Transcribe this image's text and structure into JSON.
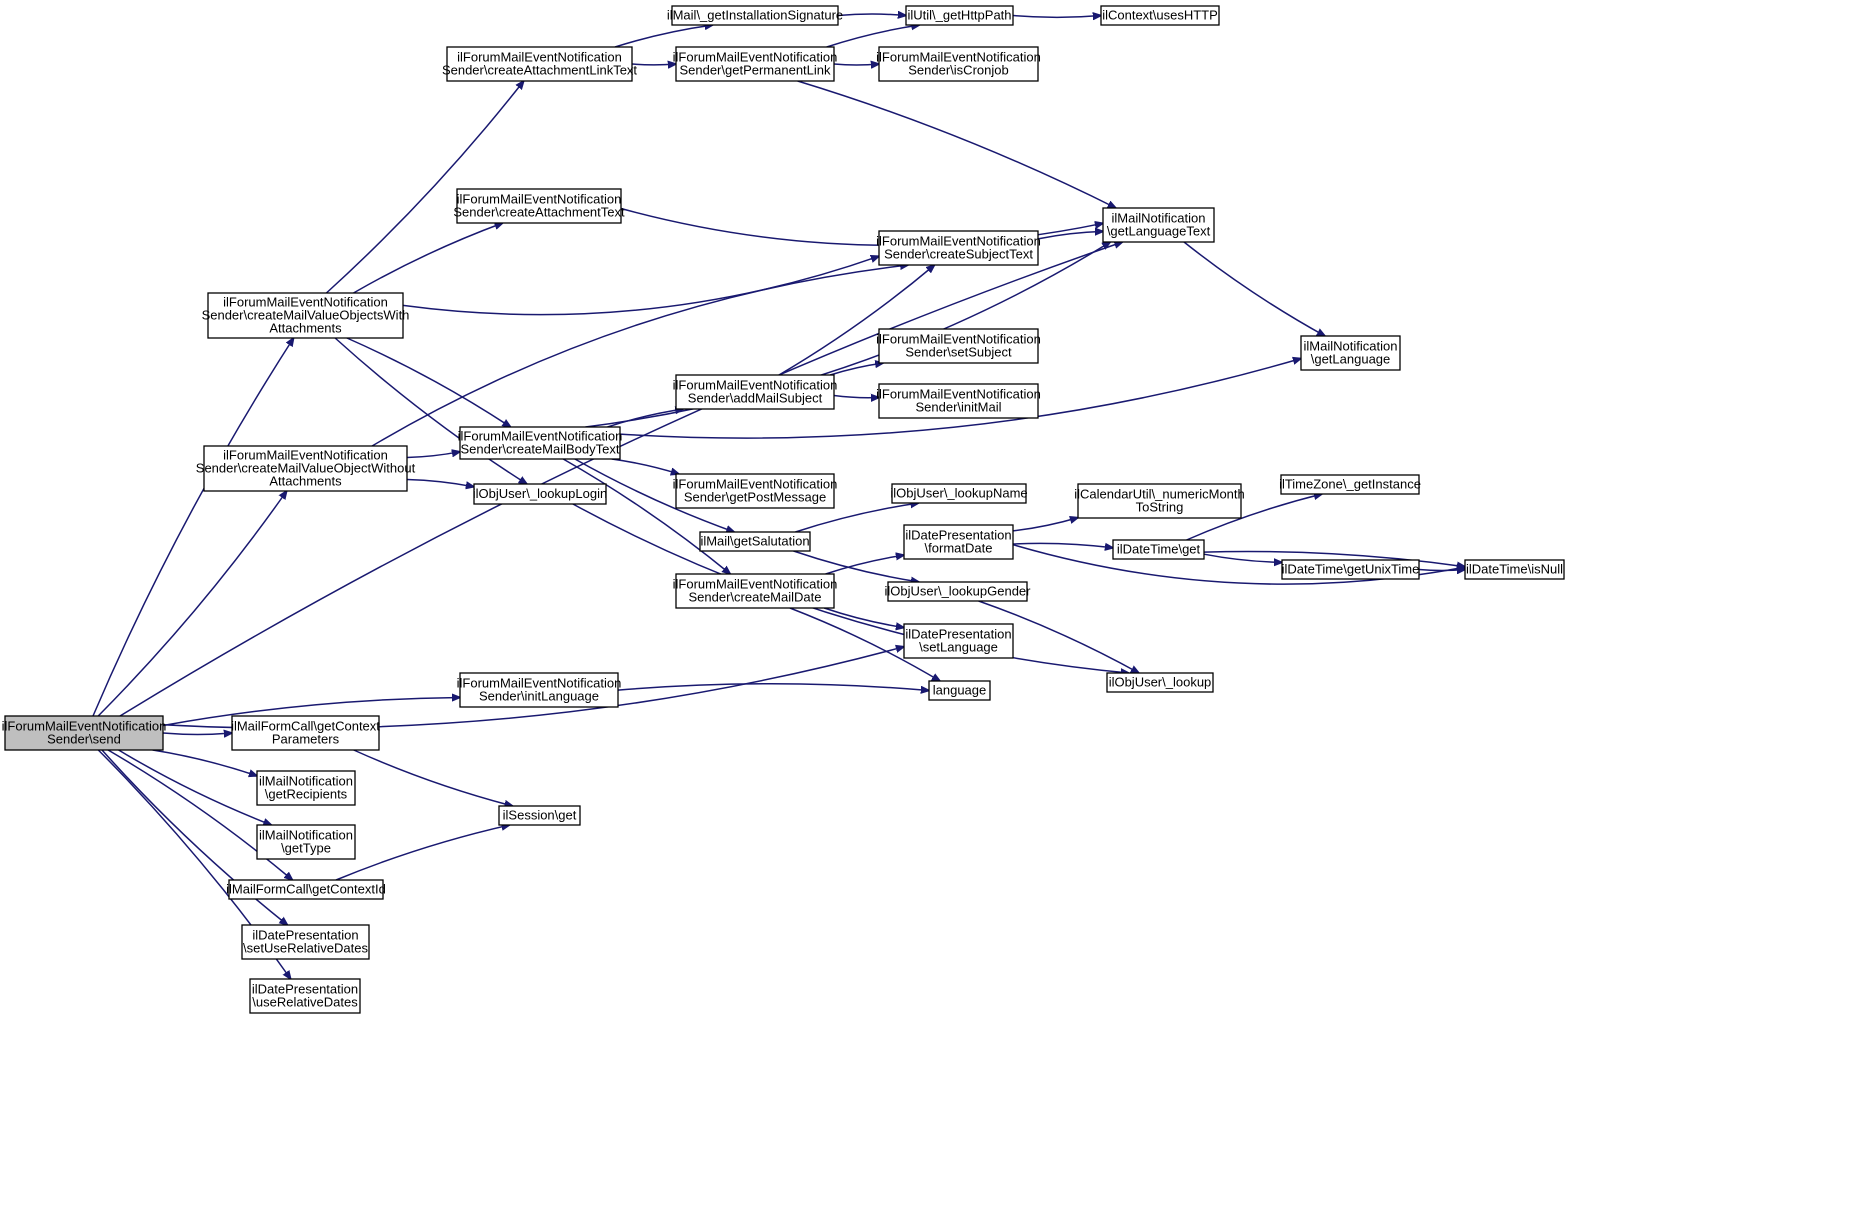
{
  "diagram": {
    "root": "send",
    "colors": {
      "edge": "#191970",
      "root_fill": "#bfbfbf",
      "node_fill": "#ffffff",
      "border": "#000000"
    },
    "nodes": [
      {
        "id": "send",
        "lines": [
          "ilForumMailEventNotification",
          "Sender\\send"
        ]
      },
      {
        "id": "createAttachmentLinkText",
        "lines": [
          "ilForumMailEventNotification",
          "Sender\\createAttachmentLinkText"
        ]
      },
      {
        "id": "getInstallationSignature",
        "lines": [
          "ilMail\\_getInstallationSignature"
        ]
      },
      {
        "id": "getHttpPath",
        "lines": [
          "ilUtil\\_getHttpPath"
        ]
      },
      {
        "id": "usesHTTP",
        "lines": [
          "ilContext\\usesHTTP"
        ]
      },
      {
        "id": "getPermanentLink",
        "lines": [
          "ilForumMailEventNotification",
          "Sender\\getPermanentLink"
        ]
      },
      {
        "id": "isCronjob",
        "lines": [
          "ilForumMailEventNotification",
          "Sender\\isCronjob"
        ]
      },
      {
        "id": "createAttachmentText",
        "lines": [
          "ilForumMailEventNotification",
          "Sender\\createAttachmentText"
        ]
      },
      {
        "id": "getLanguageText",
        "lines": [
          "ilMailNotification",
          "\\getLanguageText"
        ]
      },
      {
        "id": "createSubjectText",
        "lines": [
          "ilForumMailEventNotification",
          "Sender\\createSubjectText"
        ]
      },
      {
        "id": "createMailValueObjectsWithAttachments",
        "lines": [
          "ilForumMailEventNotification",
          "Sender\\createMailValueObjectsWith",
          "Attachments"
        ]
      },
      {
        "id": "getLanguage",
        "lines": [
          "ilMailNotification",
          "\\getLanguage"
        ]
      },
      {
        "id": "setSubject",
        "lines": [
          "ilForumMailEventNotification",
          "Sender\\setSubject"
        ]
      },
      {
        "id": "addMailSubject",
        "lines": [
          "ilForumMailEventNotification",
          "Sender\\addMailSubject"
        ]
      },
      {
        "id": "initMail",
        "lines": [
          "ilForumMailEventNotification",
          "Sender\\initMail"
        ]
      },
      {
        "id": "createMailBodyText",
        "lines": [
          "ilForumMailEventNotification",
          "Sender\\createMailBodyText"
        ]
      },
      {
        "id": "createMailValueObjectWithoutAttachments",
        "lines": [
          "ilForumMailEventNotification",
          "Sender\\createMailValueObjectWithout",
          "Attachments"
        ]
      },
      {
        "id": "lookupLogin",
        "lines": [
          "ilObjUser\\_lookupLogin"
        ]
      },
      {
        "id": "getPostMessage",
        "lines": [
          "ilForumMailEventNotification",
          "Sender\\getPostMessage"
        ]
      },
      {
        "id": "lookupName",
        "lines": [
          "ilObjUser\\_lookupName"
        ]
      },
      {
        "id": "numericMonthToString",
        "lines": [
          "ilCalendarUtil\\_numericMonth",
          "ToString"
        ]
      },
      {
        "id": "tzGetInstance",
        "lines": [
          "ilTimeZone\\_getInstance"
        ]
      },
      {
        "id": "getSalutation",
        "lines": [
          "ilMail\\getSalutation"
        ]
      },
      {
        "id": "formatDate",
        "lines": [
          "ilDatePresentation",
          "\\formatDate"
        ]
      },
      {
        "id": "dtGet",
        "lines": [
          "ilDateTime\\get"
        ]
      },
      {
        "id": "getUnixTime",
        "lines": [
          "ilDateTime\\getUnixTime"
        ]
      },
      {
        "id": "isNull",
        "lines": [
          "ilDateTime\\isNull"
        ]
      },
      {
        "id": "createMailDate",
        "lines": [
          "ilForumMailEventNotification",
          "Sender\\createMailDate"
        ]
      },
      {
        "id": "lookupGender",
        "lines": [
          "ilObjUser\\_lookupGender"
        ]
      },
      {
        "id": "dpSetLanguage",
        "lines": [
          "ilDatePresentation",
          "\\setLanguage"
        ]
      },
      {
        "id": "initLanguage",
        "lines": [
          "ilForumMailEventNotification",
          "Sender\\initLanguage"
        ]
      },
      {
        "id": "language",
        "lines": [
          "language"
        ]
      },
      {
        "id": "lookup",
        "lines": [
          "ilObjUser\\_lookup"
        ]
      },
      {
        "id": "getContextParameters",
        "lines": [
          "ilMailFormCall\\getContext",
          "Parameters"
        ]
      },
      {
        "id": "getRecipients",
        "lines": [
          "ilMailNotification",
          "\\getRecipients"
        ]
      },
      {
        "id": "sessionGet",
        "lines": [
          "ilSession\\get"
        ]
      },
      {
        "id": "getType",
        "lines": [
          "ilMailNotification",
          "\\getType"
        ]
      },
      {
        "id": "getContextId",
        "lines": [
          "ilMailFormCall\\getContextId"
        ]
      },
      {
        "id": "setUseRelativeDates",
        "lines": [
          "ilDatePresentation",
          "\\setUseRelativeDates"
        ]
      },
      {
        "id": "useRelativeDates",
        "lines": [
          "ilDatePresentation",
          "\\useRelativeDates"
        ]
      }
    ],
    "edges": [
      [
        "send",
        "createMailValueObjectsWithAttachments"
      ],
      [
        "send",
        "createMailValueObjectWithoutAttachments"
      ],
      [
        "send",
        "getLanguageText"
      ],
      [
        "send",
        "dpSetLanguage"
      ],
      [
        "send",
        "initLanguage"
      ],
      [
        "send",
        "getContextParameters"
      ],
      [
        "send",
        "getRecipients"
      ],
      [
        "send",
        "getType"
      ],
      [
        "send",
        "getContextId"
      ],
      [
        "send",
        "setUseRelativeDates"
      ],
      [
        "send",
        "useRelativeDates"
      ],
      [
        "createMailValueObjectsWithAttachments",
        "createAttachmentLinkText"
      ],
      [
        "createMailValueObjectsWithAttachments",
        "createAttachmentText"
      ],
      [
        "createMailValueObjectsWithAttachments",
        "createSubjectText"
      ],
      [
        "createMailValueObjectsWithAttachments",
        "createMailBodyText"
      ],
      [
        "createMailValueObjectsWithAttachments",
        "lookupLogin"
      ],
      [
        "createAttachmentLinkText",
        "getInstallationSignature"
      ],
      [
        "createAttachmentLinkText",
        "getPermanentLink"
      ],
      [
        "getInstallationSignature",
        "getHttpPath"
      ],
      [
        "getHttpPath",
        "usesHTTP"
      ],
      [
        "getPermanentLink",
        "getHttpPath"
      ],
      [
        "getPermanentLink",
        "isCronjob"
      ],
      [
        "getPermanentLink",
        "getLanguageText"
      ],
      [
        "createAttachmentText",
        "getLanguageText"
      ],
      [
        "createSubjectText",
        "getLanguageText"
      ],
      [
        "getLanguageText",
        "getLanguage"
      ],
      [
        "createMailValueObjectWithoutAttachments",
        "createSubjectText"
      ],
      [
        "createMailValueObjectWithoutAttachments",
        "createMailBodyText"
      ],
      [
        "createMailValueObjectWithoutAttachments",
        "lookupLogin"
      ],
      [
        "createMailBodyText",
        "getLanguageText"
      ],
      [
        "createMailBodyText",
        "addMailSubject"
      ],
      [
        "createMailBodyText",
        "getLanguage"
      ],
      [
        "createMailBodyText",
        "getPostMessage"
      ],
      [
        "createMailBodyText",
        "getSalutation"
      ],
      [
        "createMailBodyText",
        "createMailDate"
      ],
      [
        "addMailSubject",
        "createSubjectText"
      ],
      [
        "addMailSubject",
        "setSubject"
      ],
      [
        "addMailSubject",
        "initMail"
      ],
      [
        "getSalutation",
        "lookupName"
      ],
      [
        "getSalutation",
        "lookupGender"
      ],
      [
        "createMailDate",
        "formatDate"
      ],
      [
        "createMailDate",
        "dpSetLanguage"
      ],
      [
        "createMailDate",
        "language"
      ],
      [
        "formatDate",
        "numericMonthToString"
      ],
      [
        "formatDate",
        "dtGet"
      ],
      [
        "formatDate",
        "isNull"
      ],
      [
        "dtGet",
        "tzGetInstance"
      ],
      [
        "dtGet",
        "getUnixTime"
      ],
      [
        "dtGet",
        "isNull"
      ],
      [
        "getUnixTime",
        "isNull"
      ],
      [
        "lookupGender",
        "lookup"
      ],
      [
        "lookupLogin",
        "lookup"
      ],
      [
        "initLanguage",
        "language"
      ],
      [
        "getContextParameters",
        "sessionGet"
      ],
      [
        "getContextId",
        "sessionGet"
      ]
    ]
  }
}
